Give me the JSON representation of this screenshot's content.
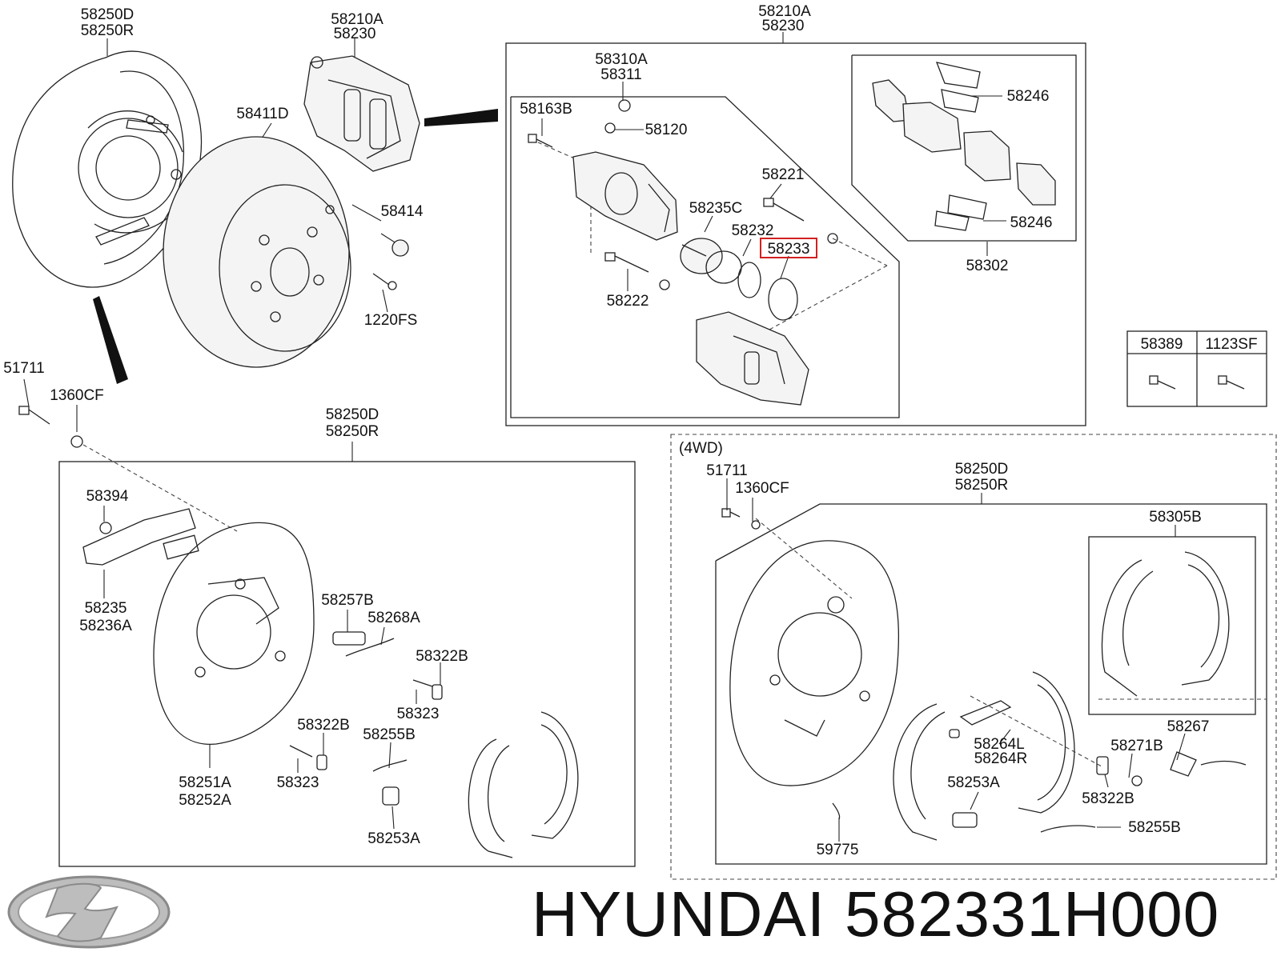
{
  "brand": "HYUNDAI",
  "part_number": "582331H000",
  "highlight_color": "#d42020",
  "section_note": "(4WD)",
  "labels": {
    "l_58250D_a": "58250D",
    "l_58250R_a": "58250R",
    "l_58210A_a": "58210A",
    "l_58230_a": "58230",
    "l_58411D": "58411D",
    "l_58414": "58414",
    "l_1220FS": "1220FS",
    "l_51711_a": "51711",
    "l_1360CF_a": "1360CF",
    "l_58210A_b": "58210A",
    "l_58230_b": "58230",
    "l_58310A": "58310A",
    "l_58311": "58311",
    "l_58163B": "58163B",
    "l_58120": "58120",
    "l_58221": "58221",
    "l_58235C": "58235C",
    "l_58232": "58232",
    "l_58233": "58233",
    "l_58222": "58222",
    "l_58246_a": "58246",
    "l_58246_b": "58246",
    "l_58302": "58302",
    "l_58389": "58389",
    "l_1123SF": "1123SF",
    "l_58250D_b": "58250D",
    "l_58250R_b": "58250R",
    "l_58394": "58394",
    "l_58235": "58235",
    "l_58236A": "58236A",
    "l_58257B": "58257B",
    "l_58268A": "58268A",
    "l_58322B_a": "58322B",
    "l_58323_a": "58323",
    "l_58322B_b": "58322B",
    "l_58323_b": "58323",
    "l_58255B_a": "58255B",
    "l_58253A_a": "58253A",
    "l_58251A": "58251A",
    "l_58252A": "58252A",
    "l_51711_b": "51711",
    "l_1360CF_b": "1360CF",
    "l_58250D_c": "58250D",
    "l_58250R_c": "58250R",
    "l_58305B": "58305B",
    "l_58267": "58267",
    "l_58271B": "58271B",
    "l_58264L": "58264L",
    "l_58264R": "58264R",
    "l_58253A_b": "58253A",
    "l_58322B_c": "58322B",
    "l_59775": "59775",
    "l_58255B_b": "58255B"
  }
}
